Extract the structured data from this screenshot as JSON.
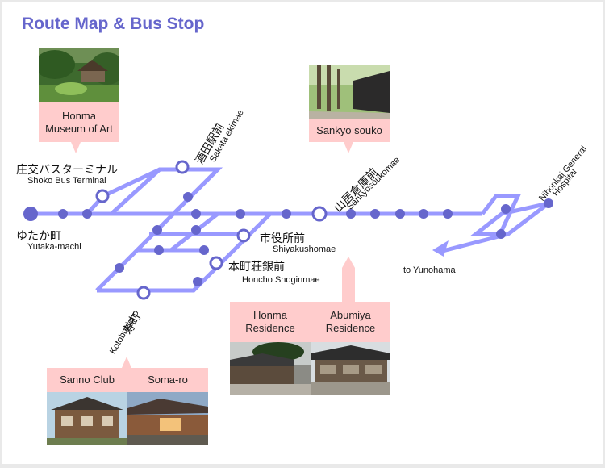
{
  "title": "Route Map & Bus Stop",
  "colors": {
    "route": "#9999ff",
    "stop": "#6666cc",
    "callout": "#ffcccc",
    "title": "#6666cc"
  },
  "stops": {
    "shoko": {
      "jp": "庄交バスターミナル",
      "en": "Shoko Bus Terminal"
    },
    "yutaka": {
      "jp": "ゆたか町",
      "en": "Yutaka-machi"
    },
    "sakata": {
      "jp": "酒田駅前",
      "en": "Sakata ekimae"
    },
    "sankyo": {
      "jp": "山居倉庫前",
      "en": "Sankyosoukomae"
    },
    "shiyaku": {
      "jp": "市役所前",
      "en": "Shiyakushomae"
    },
    "honcho": {
      "jp": "本町荘銀前",
      "en": "Honcho Shoginmae"
    },
    "kotobuki": {
      "jp": "寿町",
      "en": "Kotobukicho"
    },
    "nihonkai": {
      "en_line1": "Nihonkai General",
      "en_line2": "Hospital"
    }
  },
  "direction": "to Yunohama",
  "callouts": {
    "honma_museum": {
      "line1": "Honma",
      "line2": "Museum of Art"
    },
    "sankyo_souko": "Sankyo souko",
    "honma_residence": {
      "line1": "Honma",
      "line2": "Residence"
    },
    "abumiya_residence": {
      "line1": "Abumiya",
      "line2": "Residence"
    },
    "sanno_club": "Sanno Club",
    "soma_ro": "Soma-ro"
  }
}
